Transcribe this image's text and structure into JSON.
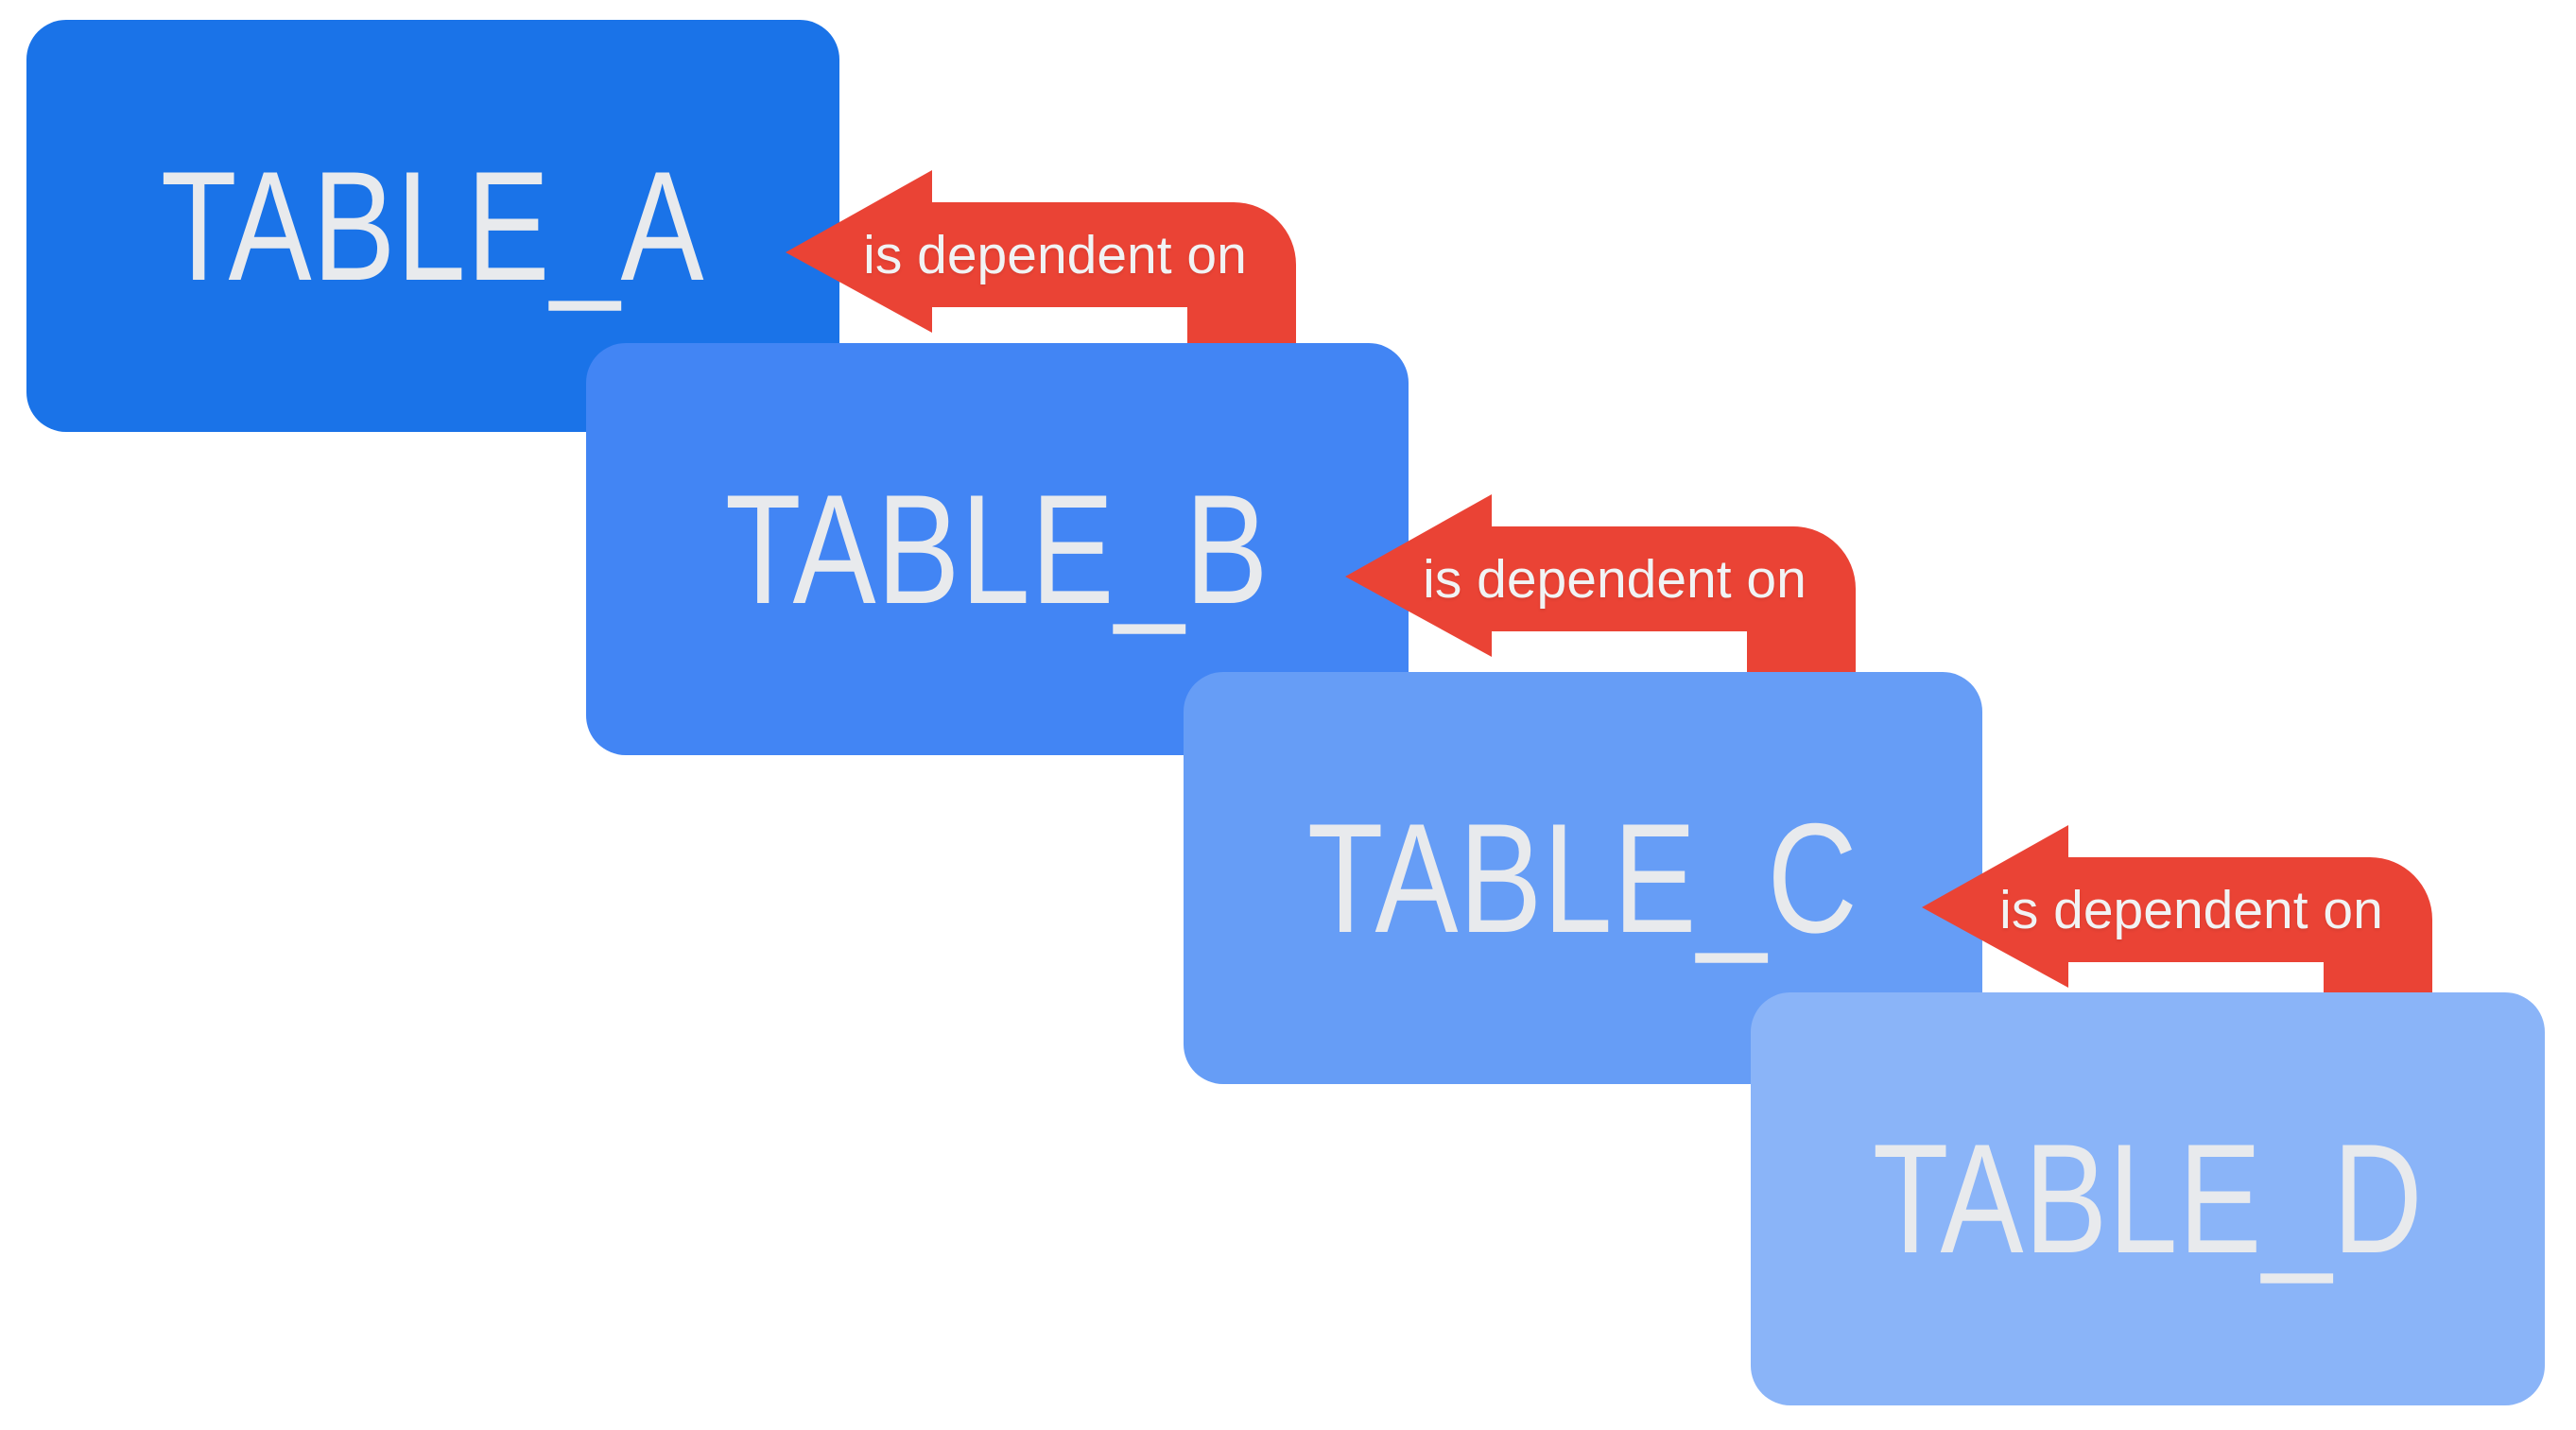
{
  "diagram": {
    "background": "#ffffff",
    "nodes": [
      {
        "id": "table_a",
        "label": "TABLE_A",
        "fill": "#1a73e8",
        "text_color": "#e8eaed"
      },
      {
        "id": "table_b",
        "label": "TABLE_B",
        "fill": "#4285f4",
        "text_color": "#e8eaed"
      },
      {
        "id": "table_c",
        "label": "TABLE_C",
        "fill": "#669df6",
        "text_color": "#e8eaed"
      },
      {
        "id": "table_d",
        "label": "TABLE_D",
        "fill": "#8ab4f8",
        "text_color": "#e8eaed"
      }
    ],
    "edges": [
      {
        "label": "is dependent on",
        "from": "table_b",
        "to": "table_a",
        "fill": "#ea4335",
        "text_color": "#f1f3f4"
      },
      {
        "label": "is dependent on",
        "from": "table_c",
        "to": "table_b",
        "fill": "#ea4335",
        "text_color": "#f1f3f4"
      },
      {
        "label": "is dependent on",
        "from": "table_d",
        "to": "table_c",
        "fill": "#ea4335",
        "text_color": "#f1f3f4"
      }
    ]
  }
}
